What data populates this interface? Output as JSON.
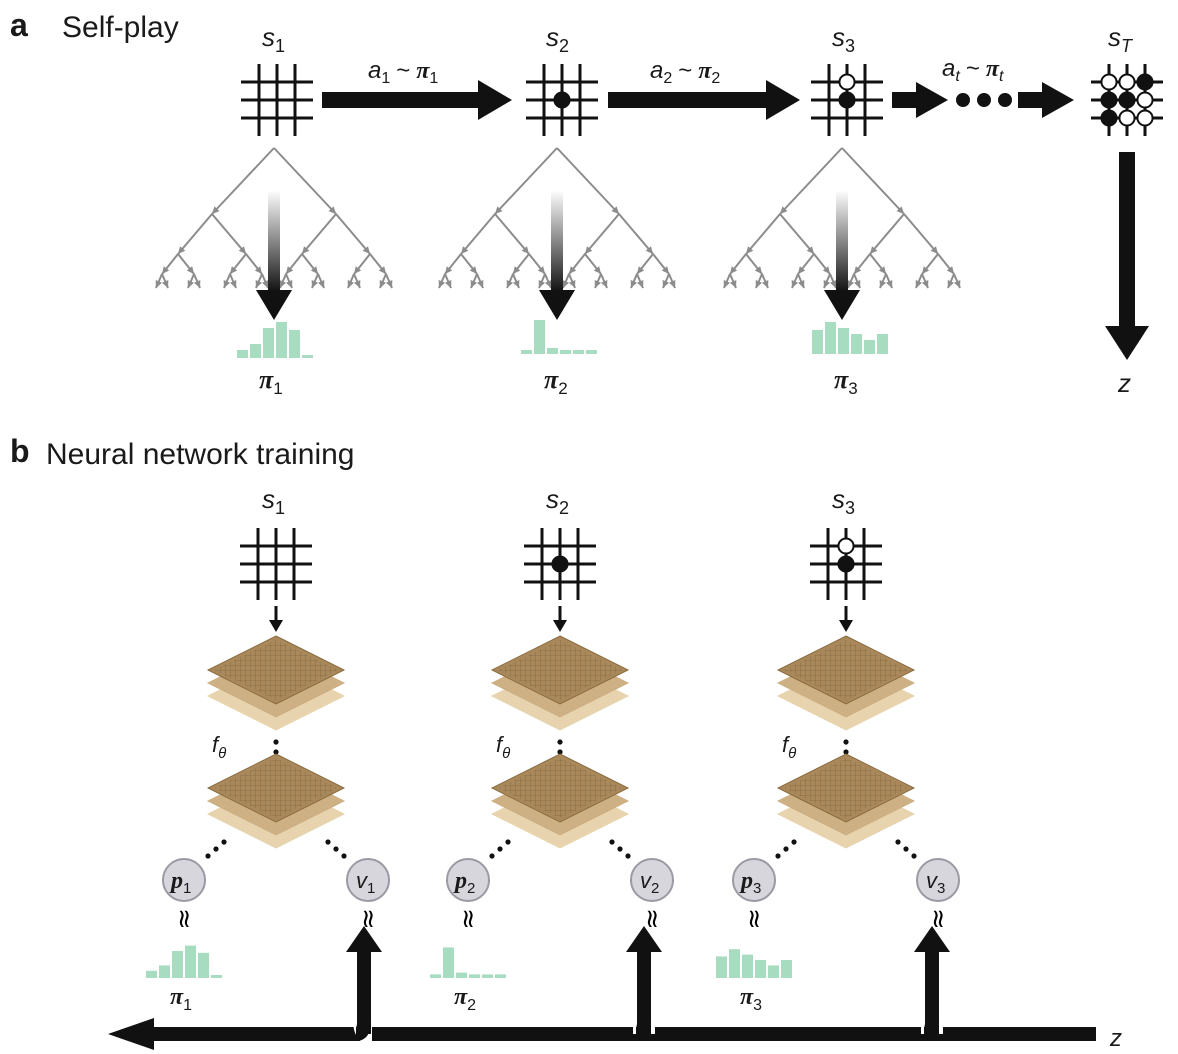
{
  "panel_a": {
    "letter": "a",
    "title": "Self-play",
    "states": [
      "s",
      "s",
      "s",
      "s"
    ],
    "state_subs": [
      "1",
      "2",
      "3",
      "T"
    ],
    "actions": [
      {
        "a": "a",
        "a_sub": "1",
        "tilde": "~",
        "pi": "π",
        "pi_sub": "1"
      },
      {
        "a": "a",
        "a_sub": "2",
        "tilde": "~",
        "pi": "π",
        "pi_sub": "2"
      },
      {
        "a": "a",
        "a_sub": "t",
        "tilde": "~",
        "pi": "π",
        "pi_sub": "t"
      }
    ],
    "policies": [
      {
        "pi": "π",
        "sub": "1",
        "bars": [
          0.2,
          0.35,
          0.75,
          0.9,
          0.7,
          0.05
        ]
      },
      {
        "pi": "π",
        "sub": "2",
        "bars": [
          0.1,
          0.85,
          0.15,
          0.1,
          0.1,
          0.1
        ]
      },
      {
        "pi": "π",
        "sub": "3",
        "bars": [
          0.6,
          0.8,
          0.65,
          0.5,
          0.35,
          0.5
        ]
      }
    ],
    "outcome": "z",
    "colors": {
      "bars": "#a8dcc0",
      "tree": "#8c8c8c",
      "arrow": "#111111"
    }
  },
  "panel_b": {
    "letter": "b",
    "title": "Neural network training",
    "states": [
      "s",
      "s",
      "s"
    ],
    "state_subs": [
      "1",
      "2",
      "3"
    ],
    "network_label": "f",
    "network_sub": "θ",
    "policy_nodes": [
      {
        "p": "p",
        "sub": "1"
      },
      {
        "p": "p",
        "sub": "2"
      },
      {
        "p": "p",
        "sub": "3"
      }
    ],
    "value_nodes": [
      {
        "v": "v",
        "sub": "1"
      },
      {
        "v": "v",
        "sub": "2"
      },
      {
        "v": "v",
        "sub": "3"
      }
    ],
    "approx": "≈",
    "targets": [
      {
        "pi": "π",
        "sub": "1"
      },
      {
        "pi": "π",
        "sub": "2"
      },
      {
        "pi": "π",
        "sub": "3"
      }
    ],
    "outcome": "z",
    "colors": {
      "layer_top": "#a9895b",
      "layer_mid": "#cdb083",
      "layer_bottom": "#e7d3ae",
      "node_fill": "#d6d6dc",
      "node_stroke": "#9a9aa4"
    }
  }
}
